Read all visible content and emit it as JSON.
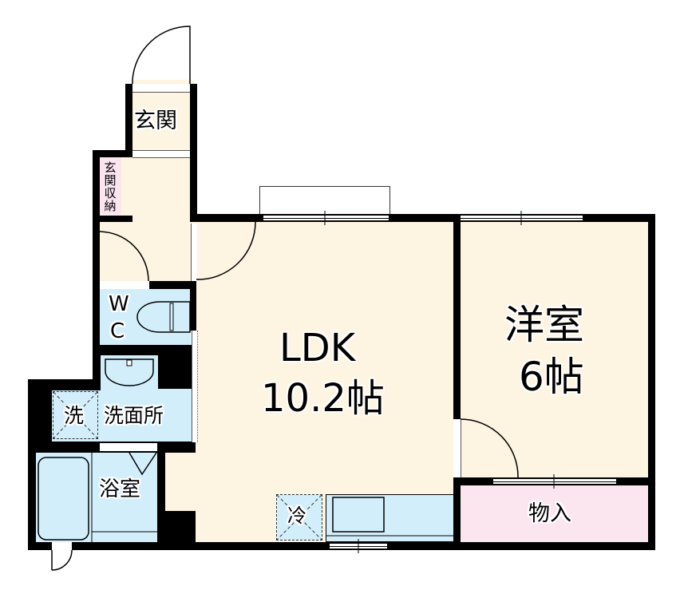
{
  "floorplan": {
    "rooms": {
      "entrance": {
        "label": "玄関"
      },
      "entrance_storage": {
        "label": "玄関収納",
        "chars": [
          "玄",
          "関",
          "収",
          "納"
        ]
      },
      "toilet": {
        "label": "WC",
        "chars": [
          "W",
          "C"
        ]
      },
      "washroom": {
        "label": "洗面所"
      },
      "washer_space": {
        "label": "洗"
      },
      "bathroom": {
        "label": "浴室"
      },
      "ldk": {
        "label": "LDK",
        "size": "10.2帖"
      },
      "western_room": {
        "label": "洋室",
        "size": "6帖"
      },
      "closet": {
        "label": "物入"
      },
      "fridge_space": {
        "label": "冷"
      }
    },
    "colors": {
      "wall": "#000000",
      "floor": "#fdf4e2",
      "wet_area": "#d3eefb",
      "storage": "#fbe6ef"
    }
  }
}
